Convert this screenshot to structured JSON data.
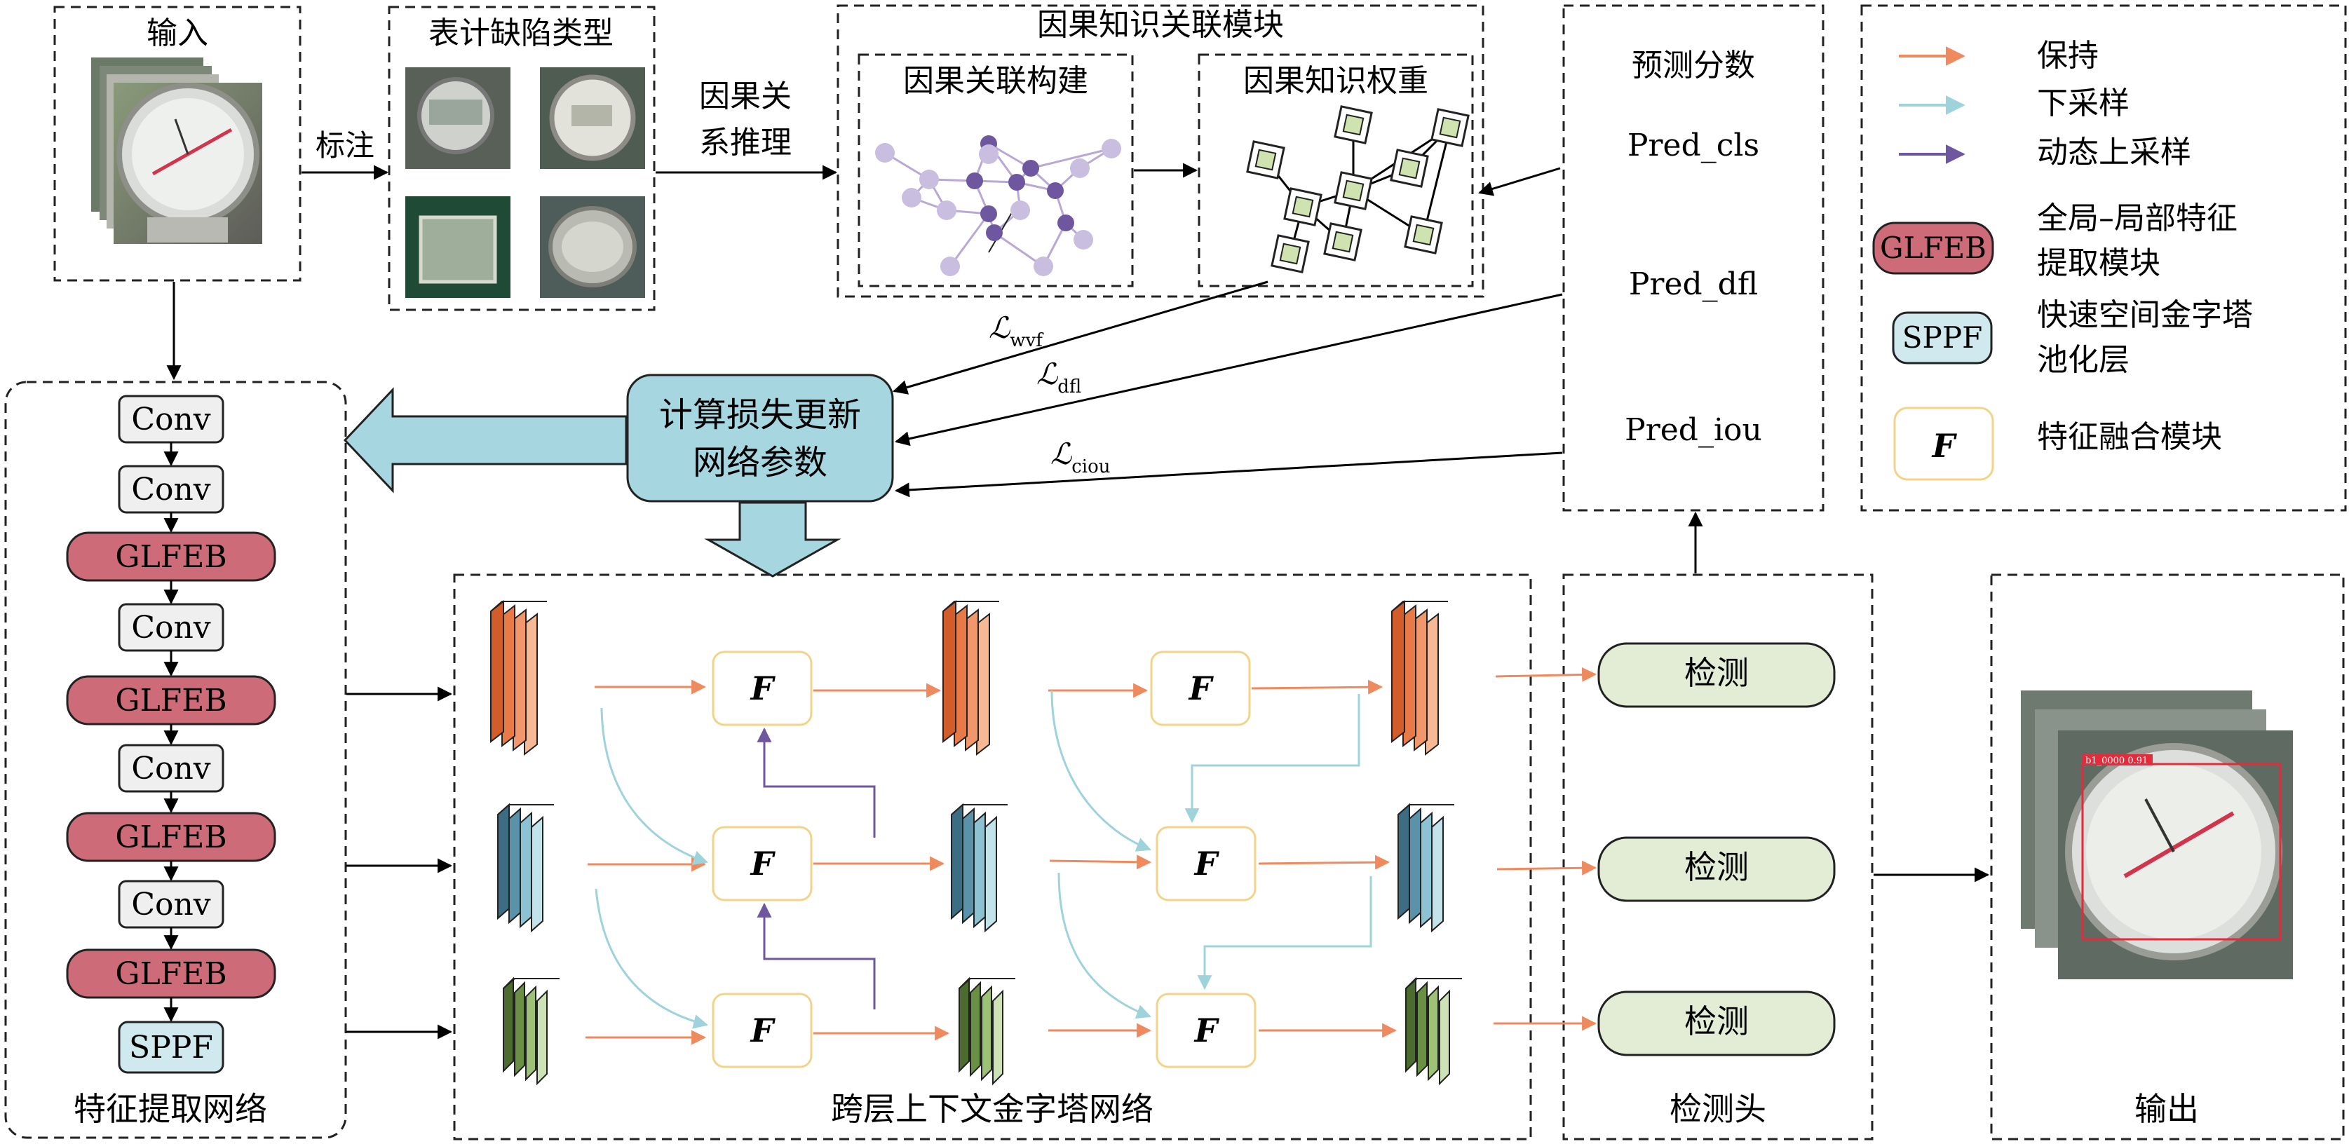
{
  "colors": {
    "keep_arrow": "#ef8a5e",
    "down_arrow": "#9fd3dc",
    "up_arrow": "#6f57a0",
    "glfeb_fill": "#cd6b78",
    "sppf_fill": "#cfe9ee",
    "fuse_border": "#f1d38a",
    "detect_fill": "#e3edd5",
    "loss_fill": "#a6d7e0",
    "conv_fill": "#efefef"
  },
  "input": {
    "title": "输入",
    "label_arrow": "标注"
  },
  "defects": {
    "title": "表计缺陷类型",
    "inference_label_1": "因果关",
    "inference_label_2": "系推理"
  },
  "causal": {
    "title": "因果知识关联模块",
    "sub1": "因果关联构建",
    "sub2": "因果知识权重"
  },
  "predict": {
    "title": "预测分数",
    "items": [
      "Pred_cls",
      "Pred_dfl",
      "Pred_iou"
    ]
  },
  "legend": {
    "keep": "保持",
    "down": "下采样",
    "up": "动态上采样",
    "glfeb_tag": "GLFEB",
    "glfeb_1": "全局–局部特征",
    "glfeb_2": "提取模块",
    "sppf_tag": "SPPF",
    "sppf_1": "快速空间金字塔",
    "sppf_2": "池化层",
    "fuse_tag": "F",
    "fuse_desc": "特征融合模块"
  },
  "loss": {
    "line1": "计算损失更新",
    "line2": "网络参数",
    "l_wvf_main": "ℒ",
    "l_wvf_sub": "wvf",
    "l_dfl_main": "ℒ",
    "l_dfl_sub": "dfl",
    "l_ciou_main": "ℒ",
    "l_ciou_sub": "ciou"
  },
  "backbone": {
    "title": "特征提取网络",
    "blocks": [
      "Conv",
      "Conv",
      "GLFEB",
      "Conv",
      "GLFEB",
      "Conv",
      "GLFEB",
      "Conv",
      "GLFEB",
      "SPPF"
    ]
  },
  "neck": {
    "title": "跨层上下文金字塔网络",
    "fuse_label": "F"
  },
  "head": {
    "title": "检测头",
    "detect": [
      "检测",
      "检测",
      "检测"
    ]
  },
  "output": {
    "title": "输出",
    "box_label": "b1_0000 0.91"
  }
}
